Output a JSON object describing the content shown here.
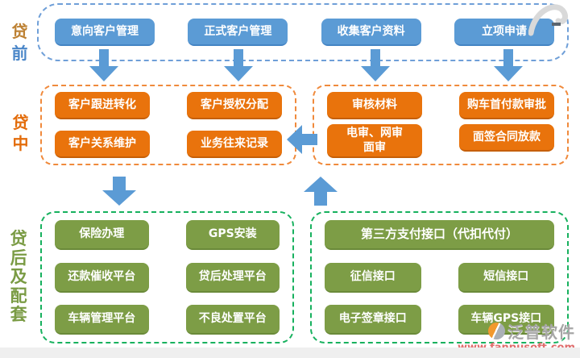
{
  "sections": [
    {
      "id": "pre-loan",
      "label": "贷前",
      "label_chars": [
        {
          "text": "贷",
          "color": "#bd8133"
        },
        {
          "text": "前",
          "color": "#4a86c8"
        }
      ],
      "border_color": "#6f9fd8",
      "button_color": "#5b9bd5",
      "groups": [
        {
          "items": [
            "意向客户管理",
            "正式客户管理",
            "收集客户资料",
            "立项申请"
          ]
        }
      ]
    },
    {
      "id": "in-loan",
      "label": "贷中",
      "label_color": "#e36c0a",
      "border_color": "#f08a3c",
      "button_color": "#e9730c",
      "groups": [
        {
          "items": [
            "客户跟进转化",
            "客户授权分配",
            "客户关系维护",
            "业务往来记录"
          ]
        },
        {
          "items": [
            "审核材料",
            "购车首付款审批",
            "电审、网审\n面审",
            "面签合同放款"
          ]
        }
      ]
    },
    {
      "id": "post-loan",
      "label": "贷后及配套",
      "label_color": "#7a9b44",
      "border_color": "#17b15e",
      "button_color": "#7d9d46",
      "groups": [
        {
          "items": [
            "保险办理",
            "GPS安装",
            "还款催收平台",
            "贷后处理平台",
            "车辆管理平台",
            "不良处置平台"
          ]
        },
        {
          "wide": "第三方支付接口（代扣代付）",
          "items": [
            "征信接口",
            "短信接口",
            "电子签章接口",
            "车辆GPS接口"
          ]
        }
      ]
    }
  ],
  "arrows": {
    "color": "#5b9bd5",
    "flow": [
      "pre-loan-down-x4",
      "in-loan-right-to-left",
      "left-column-down",
      "right-column-up"
    ]
  },
  "watermark": {
    "brand": "泛普软件",
    "url": "www.fanpusoft.com",
    "brand_color": "#a6a6a6",
    "url_color": "#e06e6e"
  }
}
